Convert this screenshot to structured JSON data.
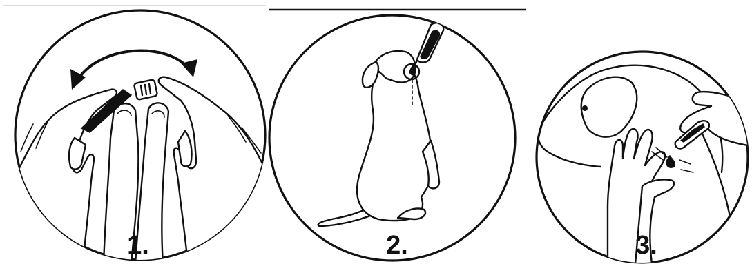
{
  "steps": [
    {
      "number": "1."
    },
    {
      "number": "2."
    },
    {
      "number": "3."
    }
  ],
  "colors": {
    "ink": "#111111",
    "background": "#ffffff",
    "top_rule_panel1": "#cfcfcf",
    "top_rule_panel2": "#111111"
  }
}
